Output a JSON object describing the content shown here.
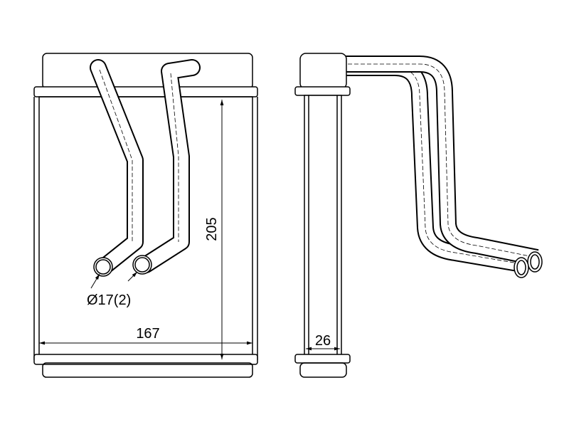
{
  "drawing": {
    "front_view": {
      "height_dimension": "205",
      "width_dimension": "167",
      "pipe_diameter_label": "Ø17(2)"
    },
    "side_view": {
      "depth_dimension": "26"
    }
  }
}
